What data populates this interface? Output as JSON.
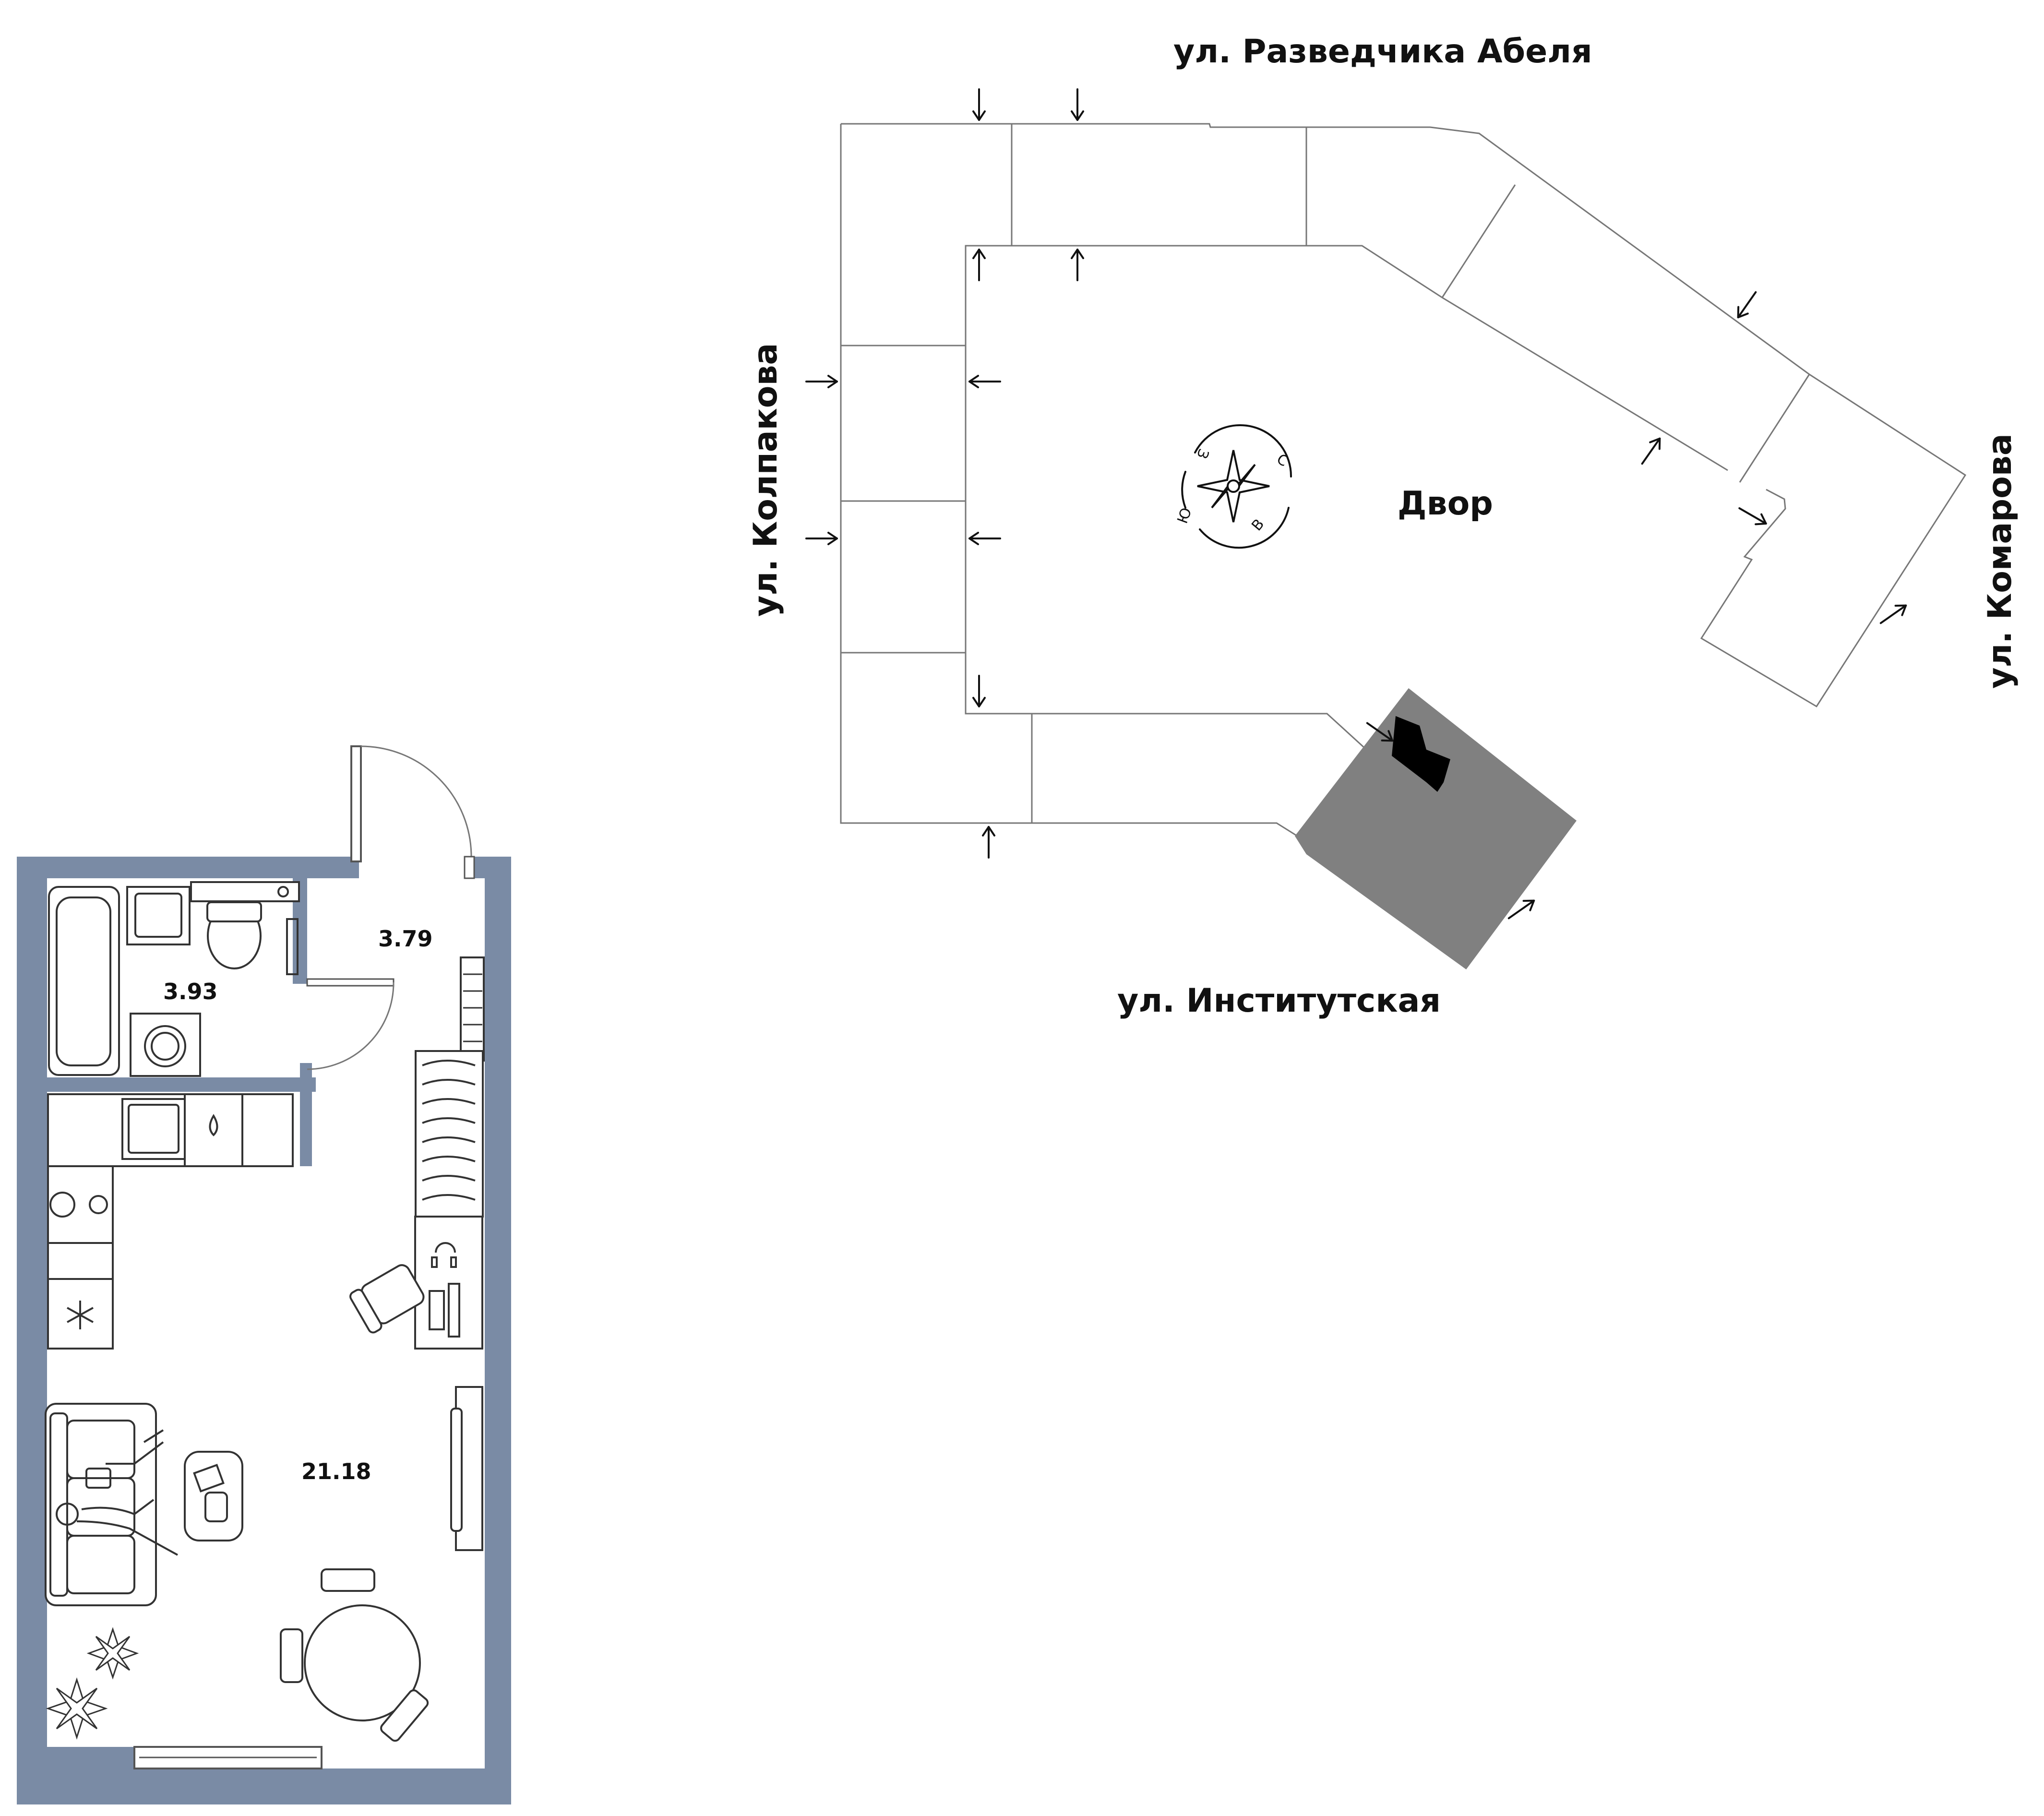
{
  "site_plan": {
    "streets": {
      "north": "ул. Разведчика Абеля",
      "west": "ул. Колпакова",
      "east": "ул. Комарова",
      "south": "ул. Институтская"
    },
    "courtyard": "Двор",
    "compass": {
      "north": "С",
      "east": "В",
      "south": "Ю",
      "west": "З"
    },
    "colors": {
      "outline": "#777777",
      "highlighted_section": "#808080",
      "marker": "#000000"
    }
  },
  "floor_plan": {
    "rooms": [
      {
        "name": "bathroom",
        "area": "3.93"
      },
      {
        "name": "hallway",
        "area": "3.79"
      },
      {
        "name": "living-room",
        "area": "21.18"
      }
    ],
    "colors": {
      "wall": "#7a8ba5",
      "fixture_stroke": "#333333"
    }
  }
}
